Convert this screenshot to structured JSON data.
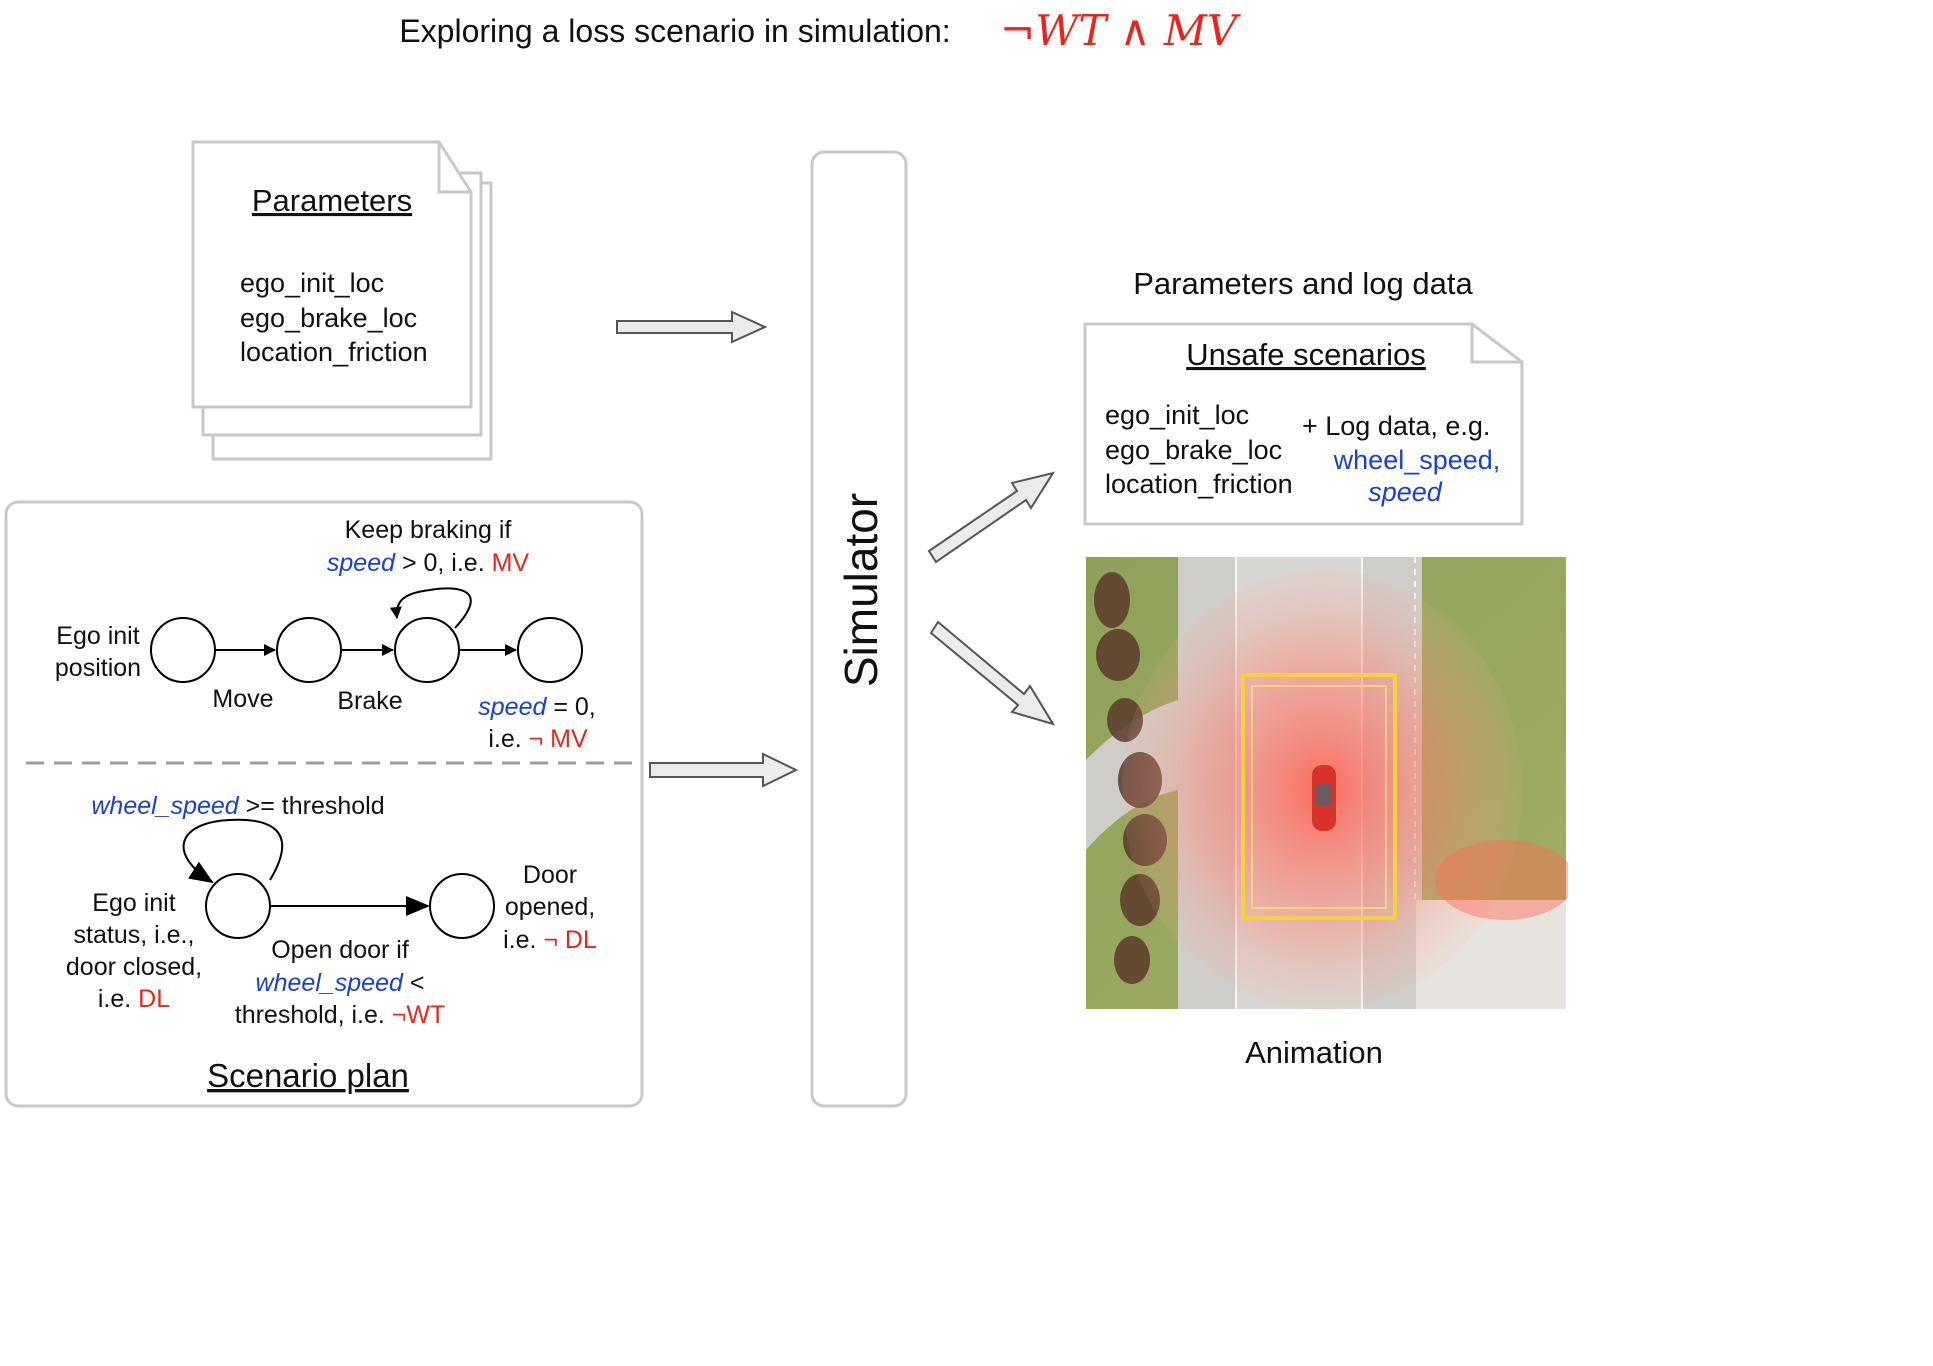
{
  "title": {
    "text": "Exploring a loss scenario in simulation:",
    "formula": "¬WT ∧ MV"
  },
  "parameters_doc": {
    "heading": "Parameters",
    "lines": [
      "ego_init_loc",
      "ego_brake_loc",
      "location_friction"
    ]
  },
  "simulator": {
    "label": "Simulator"
  },
  "output": {
    "heading": "Parameters and log data",
    "doc_heading": "Unsafe scenarios",
    "lines": [
      "ego_init_loc",
      "ego_brake_loc",
      "location_friction"
    ],
    "log_prefix": "+ Log data, e.g.",
    "log_vars": [
      "wheel_speed,",
      "speed"
    ],
    "animation_caption": "Animation"
  },
  "scenario_plan": {
    "caption": "Scenario plan",
    "top": {
      "start_label": [
        "Ego init",
        "position"
      ],
      "edge1": "Move",
      "edge2": "Brake",
      "loop_line1": "Keep braking if",
      "loop_line2": {
        "var": "speed",
        "mid": " > 0, i.e. ",
        "red": "MV"
      },
      "end_line1": {
        "var": "speed",
        "rest": " = 0,"
      },
      "end_line2": {
        "prefix": "i.e. ",
        "red": "¬ MV"
      }
    },
    "bottom": {
      "loop": {
        "var": "wheel_speed",
        "rest": " >= threshold"
      },
      "start_label": [
        "Ego init",
        "status, i.e.,",
        "door closed,"
      ],
      "start_red": {
        "prefix": "i.e. ",
        "red": "DL"
      },
      "edge_line1": "Open door if",
      "edge_line2": {
        "var": "wheel_speed",
        "rest": " <"
      },
      "edge_line3": {
        "prefix": "threshold, i.e. ",
        "red": "¬WT"
      },
      "end_label": [
        "Door",
        "opened,"
      ],
      "end_red": {
        "prefix": "i.e. ",
        "red": "¬ DL"
      }
    }
  },
  "colors": {
    "red": "#e8251c",
    "blue": "#1a3fd6",
    "frame": "#c6c9cc",
    "text": "#111111"
  }
}
